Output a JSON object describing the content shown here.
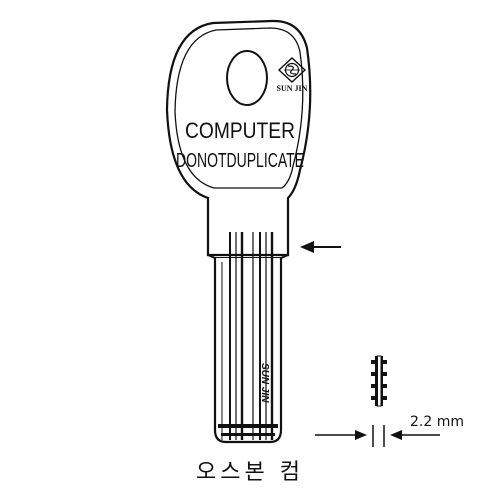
{
  "key": {
    "text_line_1": "COMPUTER",
    "text_line_2": "DONOTDUPLICATE",
    "brand": "SUN JIN",
    "blade_text": "SUN JIN"
  },
  "dimension": {
    "label": "2.2 mm"
  },
  "caption": "오스본 컴",
  "colors": {
    "ink": "#111111",
    "background": "#ffffff"
  },
  "icons": {
    "logo": "sunjin-logo-icon",
    "pointer": "arrow-left-icon"
  }
}
